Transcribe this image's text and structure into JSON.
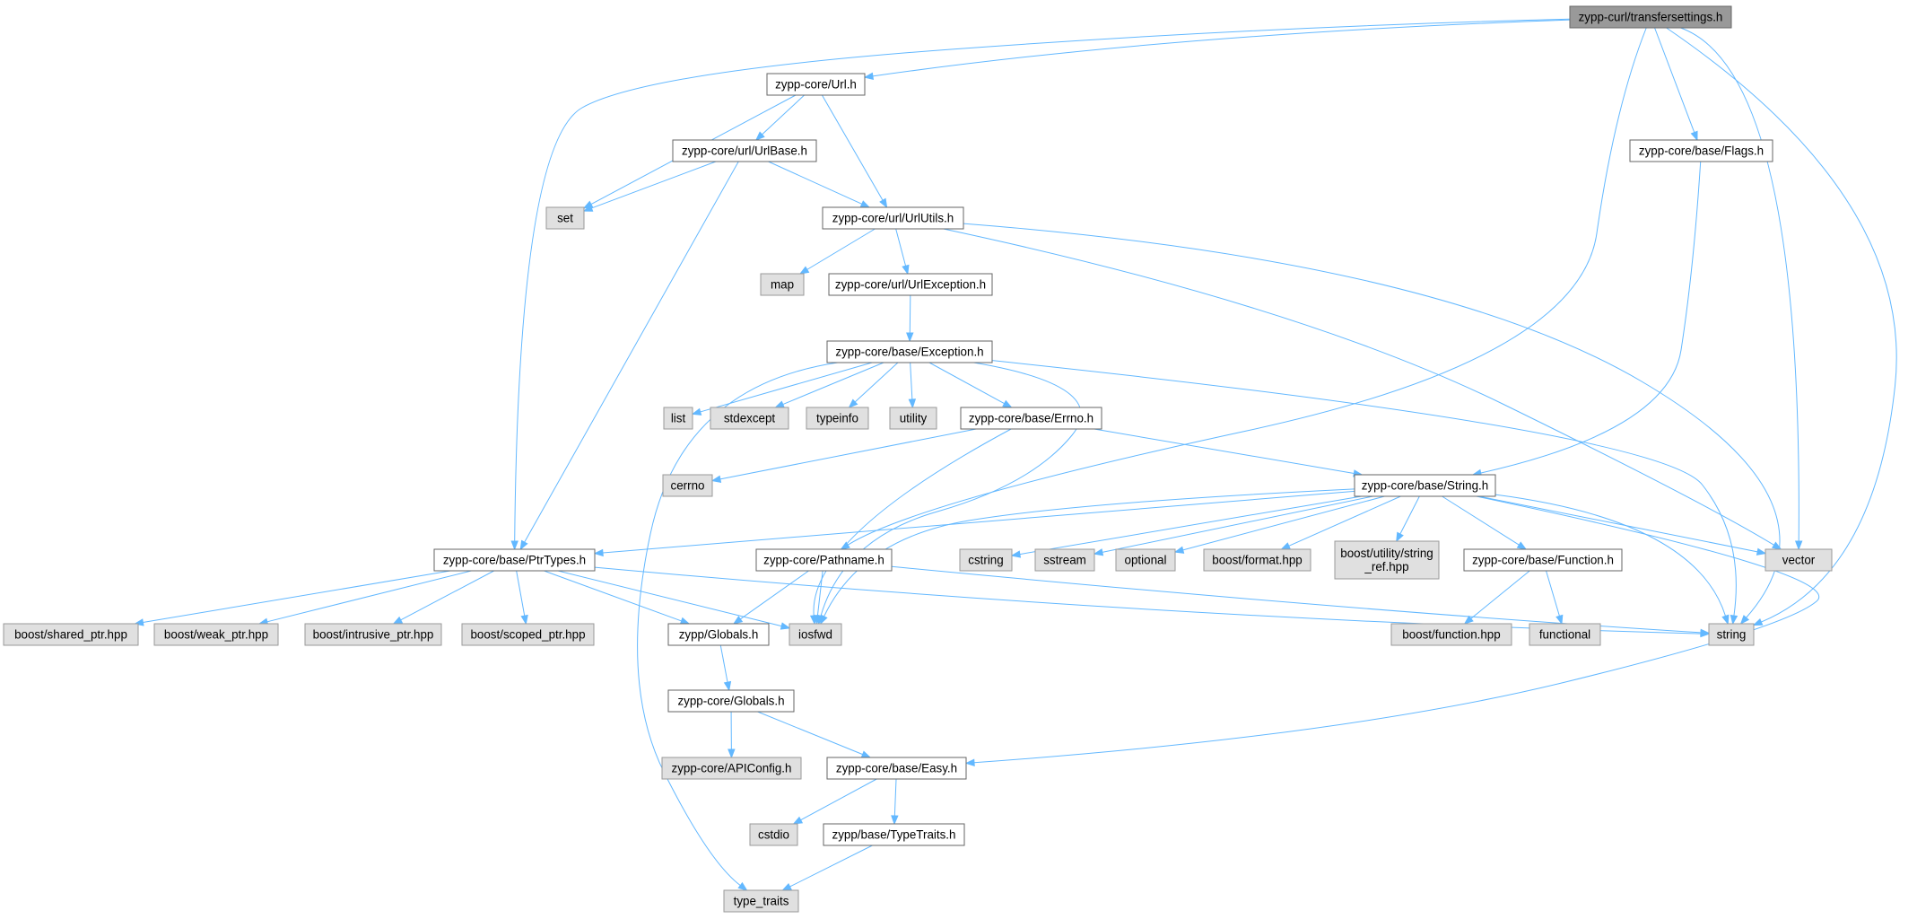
{
  "graph": {
    "title": "zypp-curl/transfersettings.h",
    "colors": {
      "edge": "#63b8ff",
      "root_fill": "#999999",
      "documented_fill": "#ffffff",
      "system_fill": "#e0e0e0",
      "border": "#666666"
    },
    "nodes": [
      {
        "id": "root",
        "kind": "root",
        "lines": [
          "zypp-curl/transfersettings.h"
        ]
      },
      {
        "id": "url",
        "kind": "doc",
        "lines": [
          "zypp-core/Url.h"
        ]
      },
      {
        "id": "flags",
        "kind": "doc",
        "lines": [
          "zypp-core/base/Flags.h"
        ]
      },
      {
        "id": "urlbase",
        "kind": "doc",
        "lines": [
          "zypp-core/url/UrlBase.h"
        ]
      },
      {
        "id": "set",
        "kind": "sys",
        "lines": [
          "set"
        ]
      },
      {
        "id": "urlutils",
        "kind": "doc",
        "lines": [
          "zypp-core/url/UrlUtils.h"
        ]
      },
      {
        "id": "map",
        "kind": "sys",
        "lines": [
          "map"
        ]
      },
      {
        "id": "urlexception",
        "kind": "doc",
        "lines": [
          "zypp-core/url/UrlException.h"
        ]
      },
      {
        "id": "exception",
        "kind": "doc",
        "lines": [
          "zypp-core/base/Exception.h"
        ]
      },
      {
        "id": "list",
        "kind": "sys",
        "lines": [
          "list"
        ]
      },
      {
        "id": "stdexcept",
        "kind": "sys",
        "lines": [
          "stdexcept"
        ]
      },
      {
        "id": "typeinfo",
        "kind": "sys",
        "lines": [
          "typeinfo"
        ]
      },
      {
        "id": "utility",
        "kind": "sys",
        "lines": [
          "utility"
        ]
      },
      {
        "id": "errno",
        "kind": "doc",
        "lines": [
          "zypp-core/base/Errno.h"
        ]
      },
      {
        "id": "cerrno",
        "kind": "sys",
        "lines": [
          "cerrno"
        ]
      },
      {
        "id": "string_h",
        "kind": "doc",
        "lines": [
          "zypp-core/base/String.h"
        ]
      },
      {
        "id": "ptrtypes",
        "kind": "doc",
        "lines": [
          "zypp-core/base/PtrTypes.h"
        ]
      },
      {
        "id": "pathname",
        "kind": "doc",
        "lines": [
          "zypp-core/Pathname.h"
        ]
      },
      {
        "id": "cstring",
        "kind": "sys",
        "lines": [
          "cstring"
        ]
      },
      {
        "id": "sstream",
        "kind": "sys",
        "lines": [
          "sstream"
        ]
      },
      {
        "id": "optional",
        "kind": "sys",
        "lines": [
          "optional"
        ]
      },
      {
        "id": "boostformat",
        "kind": "sys",
        "lines": [
          "boost/format.hpp"
        ]
      },
      {
        "id": "stringref",
        "kind": "sys",
        "lines": [
          "boost/utility/string",
          "_ref.hpp"
        ]
      },
      {
        "id": "function_h",
        "kind": "doc",
        "lines": [
          "zypp-core/base/Function.h"
        ]
      },
      {
        "id": "vector",
        "kind": "sys",
        "lines": [
          "vector"
        ]
      },
      {
        "id": "sharedptr",
        "kind": "sys",
        "lines": [
          "boost/shared_ptr.hpp"
        ]
      },
      {
        "id": "weakptr",
        "kind": "sys",
        "lines": [
          "boost/weak_ptr.hpp"
        ]
      },
      {
        "id": "intrusiveptr",
        "kind": "sys",
        "lines": [
          "boost/intrusive_ptr.hpp"
        ]
      },
      {
        "id": "scopedptr",
        "kind": "sys",
        "lines": [
          "boost/scoped_ptr.hpp"
        ]
      },
      {
        "id": "zyppglobals",
        "kind": "doc",
        "lines": [
          "zypp/Globals.h"
        ]
      },
      {
        "id": "iosfwd",
        "kind": "sys",
        "lines": [
          "iosfwd"
        ]
      },
      {
        "id": "boostfunction",
        "kind": "sys",
        "lines": [
          "boost/function.hpp"
        ]
      },
      {
        "id": "functional",
        "kind": "sys",
        "lines": [
          "functional"
        ]
      },
      {
        "id": "string",
        "kind": "sys",
        "lines": [
          "string"
        ]
      },
      {
        "id": "coreglobals",
        "kind": "doc",
        "lines": [
          "zypp-core/Globals.h"
        ]
      },
      {
        "id": "apiconfig",
        "kind": "sys",
        "lines": [
          "zypp-core/APIConfig.h"
        ]
      },
      {
        "id": "easy",
        "kind": "doc",
        "lines": [
          "zypp-core/base/Easy.h"
        ]
      },
      {
        "id": "cstdio",
        "kind": "sys",
        "lines": [
          "cstdio"
        ]
      },
      {
        "id": "typetraits_h",
        "kind": "doc",
        "lines": [
          "zypp/base/TypeTraits.h"
        ]
      },
      {
        "id": "type_traits",
        "kind": "sys",
        "lines": [
          "type_traits"
        ]
      }
    ],
    "edges": [
      [
        "root",
        "url"
      ],
      [
        "root",
        "ptrtypes"
      ],
      [
        "root",
        "pathname"
      ],
      [
        "root",
        "flags"
      ],
      [
        "root",
        "vector"
      ],
      [
        "root",
        "string"
      ],
      [
        "url",
        "set"
      ],
      [
        "url",
        "urlbase"
      ],
      [
        "url",
        "urlutils"
      ],
      [
        "urlbase",
        "set"
      ],
      [
        "urlbase",
        "urlutils"
      ],
      [
        "urlbase",
        "ptrtypes"
      ],
      [
        "urlutils",
        "map"
      ],
      [
        "urlutils",
        "urlexception"
      ],
      [
        "urlutils",
        "vector"
      ],
      [
        "urlutils",
        "string"
      ],
      [
        "urlexception",
        "exception"
      ],
      [
        "exception",
        "type_traits"
      ],
      [
        "exception",
        "list"
      ],
      [
        "exception",
        "stdexcept"
      ],
      [
        "exception",
        "typeinfo"
      ],
      [
        "exception",
        "utility"
      ],
      [
        "exception",
        "errno"
      ],
      [
        "exception",
        "iosfwd"
      ],
      [
        "exception",
        "string"
      ],
      [
        "errno",
        "cerrno"
      ],
      [
        "errno",
        "string_h"
      ],
      [
        "errno",
        "iosfwd"
      ],
      [
        "flags",
        "string_h"
      ],
      [
        "string_h",
        "ptrtypes"
      ],
      [
        "string_h",
        "iosfwd"
      ],
      [
        "string_h",
        "cstring"
      ],
      [
        "string_h",
        "sstream"
      ],
      [
        "string_h",
        "optional"
      ],
      [
        "string_h",
        "boostformat"
      ],
      [
        "string_h",
        "stringref"
      ],
      [
        "string_h",
        "function_h"
      ],
      [
        "string_h",
        "vector"
      ],
      [
        "string_h",
        "string"
      ],
      [
        "string_h",
        "easy"
      ],
      [
        "ptrtypes",
        "sharedptr"
      ],
      [
        "ptrtypes",
        "weakptr"
      ],
      [
        "ptrtypes",
        "intrusiveptr"
      ],
      [
        "ptrtypes",
        "scopedptr"
      ],
      [
        "ptrtypes",
        "zyppglobals"
      ],
      [
        "ptrtypes",
        "iosfwd"
      ],
      [
        "ptrtypes",
        "string"
      ],
      [
        "pathname",
        "zyppglobals"
      ],
      [
        "pathname",
        "iosfwd"
      ],
      [
        "pathname",
        "string"
      ],
      [
        "function_h",
        "boostfunction"
      ],
      [
        "function_h",
        "functional"
      ],
      [
        "zyppglobals",
        "coreglobals"
      ],
      [
        "coreglobals",
        "apiconfig"
      ],
      [
        "coreglobals",
        "easy"
      ],
      [
        "easy",
        "cstdio"
      ],
      [
        "easy",
        "typetraits_h"
      ],
      [
        "typetraits_h",
        "type_traits"
      ]
    ]
  }
}
